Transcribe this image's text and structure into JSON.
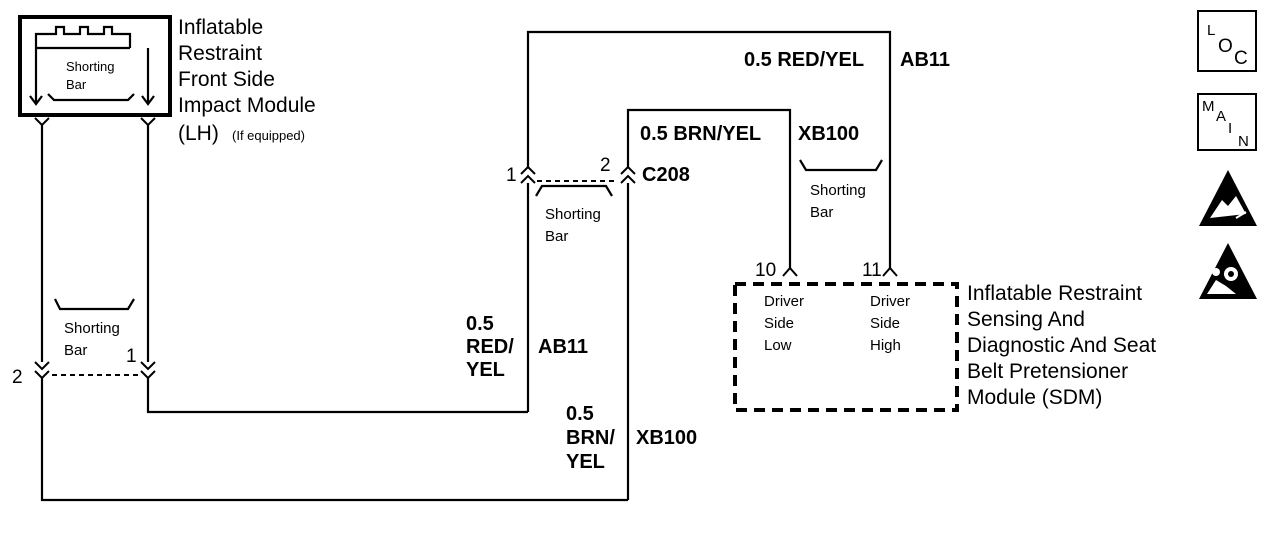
{
  "lh_module": {
    "name_lines": [
      "Inflatable",
      "Restraint",
      "Front Side",
      "Impact Module"
    ],
    "name_last": "(LH)",
    "note": "(If equipped)",
    "shorting_bar": [
      "Shorting",
      "Bar"
    ]
  },
  "left_shorting_bar": [
    "Shorting",
    "Bar"
  ],
  "left_connector": {
    "pin_left": "2",
    "pin_right": "1"
  },
  "c208": {
    "name": "C208",
    "pin_left": "1",
    "pin_right": "2",
    "shorting_bar": [
      "Shorting",
      "Bar"
    ]
  },
  "wires": {
    "red_yel_top": {
      "label": "0.5 RED/YEL",
      "circuit": "AB11"
    },
    "brn_yel_top": {
      "label": "0.5 BRN/YEL",
      "circuit": "XB100"
    },
    "red_yel_vertical": {
      "lines": [
        "0.5",
        "RED/",
        "YEL"
      ],
      "circuit": "AB11"
    },
    "brn_yel_vertical": {
      "lines": [
        "0.5",
        "BRN/",
        "YEL"
      ],
      "circuit": "XB100"
    }
  },
  "sdm": {
    "pin10": "10",
    "pin11": "11",
    "shorting_bar": [
      "Shorting",
      "Bar"
    ],
    "low": [
      "Driver",
      "Side",
      "Low"
    ],
    "high": [
      "Driver",
      "Side",
      "High"
    ],
    "name_lines": [
      "Inflatable Restraint",
      "Sensing And",
      "Diagnostic And Seat",
      "Belt Pretensioner",
      "Module  (SDM)"
    ]
  },
  "icons": {
    "loc": {
      "letters": [
        "L",
        "O",
        "C"
      ]
    },
    "main": {
      "letters": [
        "M",
        "A",
        "I",
        "N"
      ]
    },
    "esd": "esd-warning-icon",
    "airbag": "airbag-warning-icon"
  }
}
